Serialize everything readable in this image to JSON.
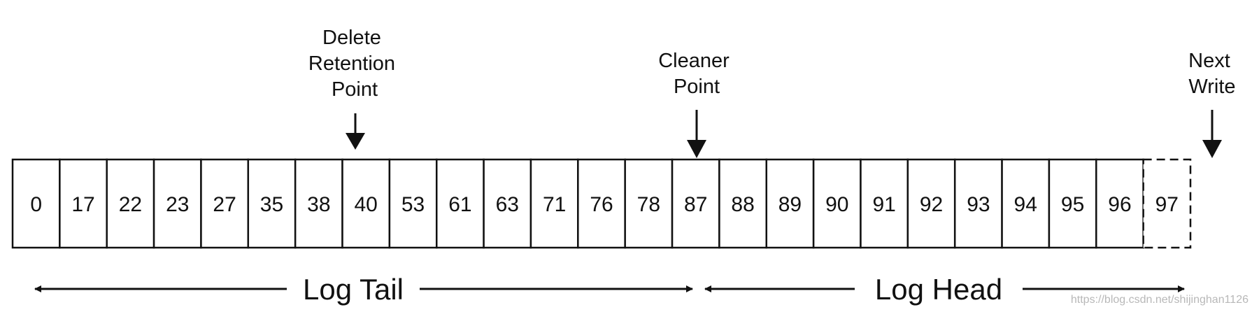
{
  "cells": [
    {
      "value": "0",
      "dashed": false
    },
    {
      "value": "17",
      "dashed": false
    },
    {
      "value": "22",
      "dashed": false
    },
    {
      "value": "23",
      "dashed": false
    },
    {
      "value": "27",
      "dashed": false
    },
    {
      "value": "35",
      "dashed": false
    },
    {
      "value": "38",
      "dashed": false
    },
    {
      "value": "40",
      "dashed": false
    },
    {
      "value": "53",
      "dashed": false
    },
    {
      "value": "61",
      "dashed": false
    },
    {
      "value": "63",
      "dashed": false
    },
    {
      "value": "71",
      "dashed": false
    },
    {
      "value": "76",
      "dashed": false
    },
    {
      "value": "78",
      "dashed": false
    },
    {
      "value": "87",
      "dashed": false
    },
    {
      "value": "88",
      "dashed": false
    },
    {
      "value": "89",
      "dashed": false
    },
    {
      "value": "90",
      "dashed": false
    },
    {
      "value": "91",
      "dashed": false
    },
    {
      "value": "92",
      "dashed": false
    },
    {
      "value": "93",
      "dashed": false
    },
    {
      "value": "94",
      "dashed": false
    },
    {
      "value": "95",
      "dashed": false
    },
    {
      "value": "96",
      "dashed": false
    },
    {
      "value": "97",
      "dashed": true
    }
  ],
  "pointers": {
    "delete_retention": {
      "lines": [
        "Delete",
        "Retention",
        "Point"
      ]
    },
    "cleaner": {
      "lines": [
        "Cleaner",
        "Point"
      ]
    },
    "next_write": {
      "lines": [
        "Next",
        "Write"
      ]
    }
  },
  "ranges": {
    "log_tail": {
      "label": "Log Tail"
    },
    "log_head": {
      "label": "Log Head"
    }
  },
  "watermark": "https://blog.csdn.net/shijinghan1126"
}
